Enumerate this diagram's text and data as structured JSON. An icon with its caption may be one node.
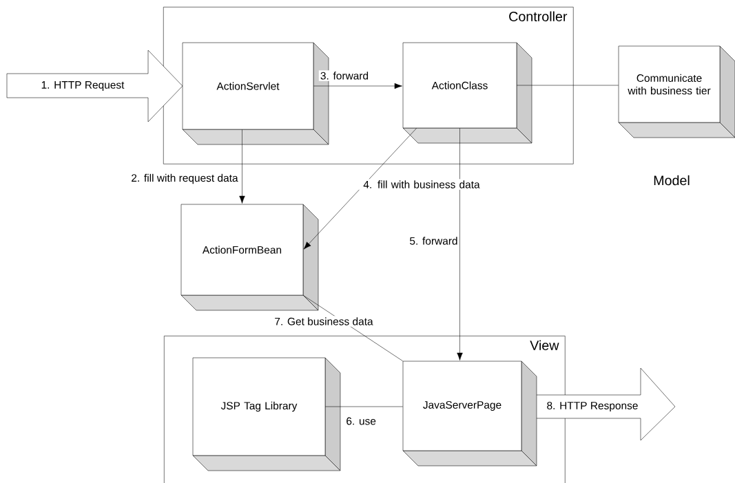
{
  "diagram": {
    "nodes": [
      {
        "text": [
          "Controller"
        ]
      },
      {
        "text": [
          "ActionServlet"
        ],
        "in": 0
      },
      {
        "text": [
          "ActionClass"
        ],
        "in": 0
      },
      {
        "text": [
          "Communicate with business tier"
        ]
      },
      {
        "text": [
          "ActionFormBean"
        ]
      },
      {
        "text": [
          "View"
        ]
      },
      {
        "text": [
          "JSP Tag Library"
        ],
        "in": 5
      },
      {
        "text": [
          "JavaServerPage"
        ],
        "in": 5
      },
      {
        "text": [
          "1. HTTP Request"
        ]
      },
      {
        "text": [
          "8. HTTP Response"
        ]
      }
    ],
    "edges": [
      {
        "from": 1,
        "to": 4,
        "arrow": "to",
        "label": "2. fill with request data"
      },
      {
        "from": 1,
        "to": 2,
        "arrow": "to",
        "label": "3. forward"
      },
      {
        "from": 2,
        "to": 3,
        "arrow": "none"
      },
      {
        "from": 2,
        "to": 4,
        "arrow": "to",
        "label": "4. fill with business data"
      },
      {
        "from": 2,
        "to": 7,
        "arrow": "to",
        "label": "5. forward"
      },
      {
        "from": 6,
        "to": 7,
        "arrow": "none",
        "label": "6. use"
      },
      {
        "from": 4,
        "to": 7,
        "arrow": "none",
        "label": "7. Get business data"
      }
    ],
    "labels": [
      "Model"
    ]
  }
}
